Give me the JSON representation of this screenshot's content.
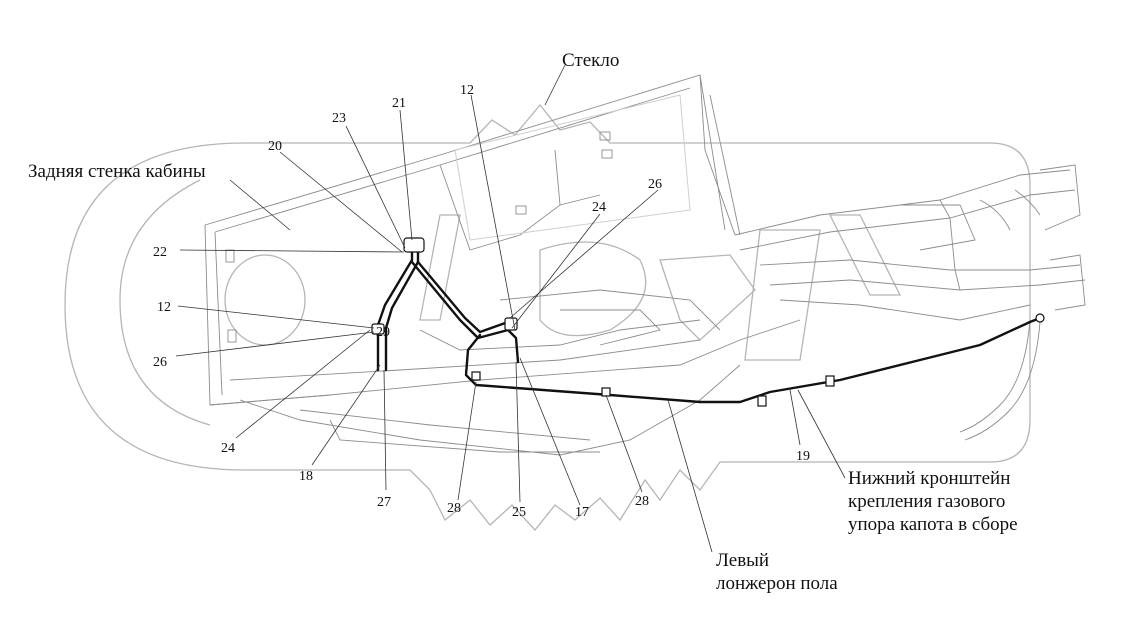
{
  "labels": {
    "glass": "Стекло",
    "rear_wall": "Задняя стенка кабины",
    "lower_bracket": [
      "Нижний кронштейн",
      "крепления газового",
      "упора капота в сборе"
    ],
    "left_sill": [
      "Левый",
      "лонжерон пола"
    ]
  },
  "callouts": {
    "n12a": "12",
    "n21": "21",
    "n23": "23",
    "n20": "20",
    "n26a": "26",
    "n24a": "24",
    "n22": "22",
    "n12b": "12",
    "n29": "29",
    "n26b": "26",
    "n24b": "24",
    "n18": "18",
    "n27": "27",
    "n28a": "28",
    "n25": "25",
    "n17": "17",
    "n28b": "28",
    "n19": "19"
  },
  "colors": {
    "line": "#111111",
    "ghost": "#b5b5b5",
    "frame": "#8c8c8c"
  }
}
